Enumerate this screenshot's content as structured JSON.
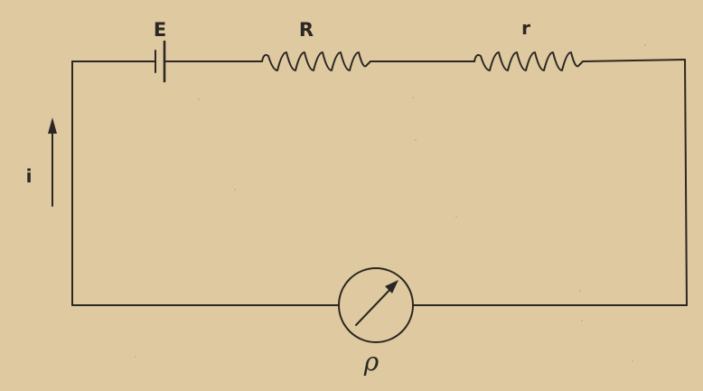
{
  "diagram": {
    "labels": {
      "battery": "E",
      "resistor_external": "R",
      "resistor_internal": "r",
      "current": "i",
      "meter": "ρ"
    },
    "colors": {
      "background": "#dfc9a0",
      "ink": "#2b2722"
    },
    "icons": {
      "battery": "battery-cell-icon",
      "resistor": "zigzag-resistor-icon",
      "meter": "variable-meter-icon",
      "current_arrow": "arrow-up-icon"
    }
  }
}
